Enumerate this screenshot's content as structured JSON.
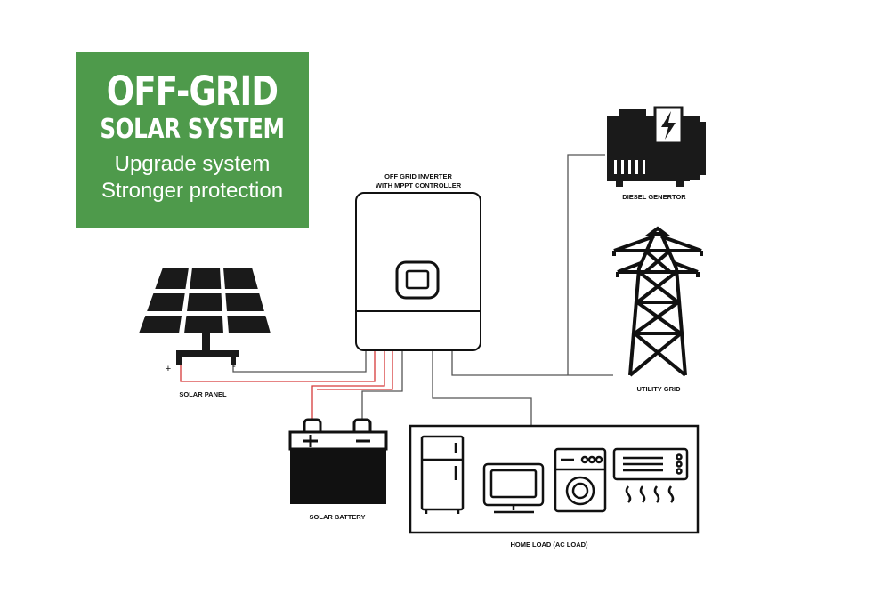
{
  "banner": {
    "title_line1": "OFF-GRID",
    "title_line2": "SOLAR SYSTEM",
    "subtitle_line1": "Upgrade system",
    "subtitle_line2": "Stronger protection",
    "color": "#4e9a4b"
  },
  "inverter": {
    "label_line1": "OFF GRID INVERTER",
    "label_line2": "WITH MPPT CONTROLLER"
  },
  "solar_panel": {
    "label": "SOLAR PANEL",
    "positive": "+",
    "negative": "-"
  },
  "battery": {
    "label": "SOLAR BATTERY",
    "positive": "+",
    "negative": "−"
  },
  "generator": {
    "label": "DIESEL GENERTOR"
  },
  "utility": {
    "label": "UTILITY GRID"
  },
  "home_load": {
    "label": "HOME LOAD (AC LOAD)",
    "appliances": [
      "fridge-icon",
      "monitor-icon",
      "washing-machine-icon",
      "air-conditioner-icon"
    ]
  },
  "wire_colors": {
    "positive": "#d63a3a",
    "neutral": "#666666"
  }
}
